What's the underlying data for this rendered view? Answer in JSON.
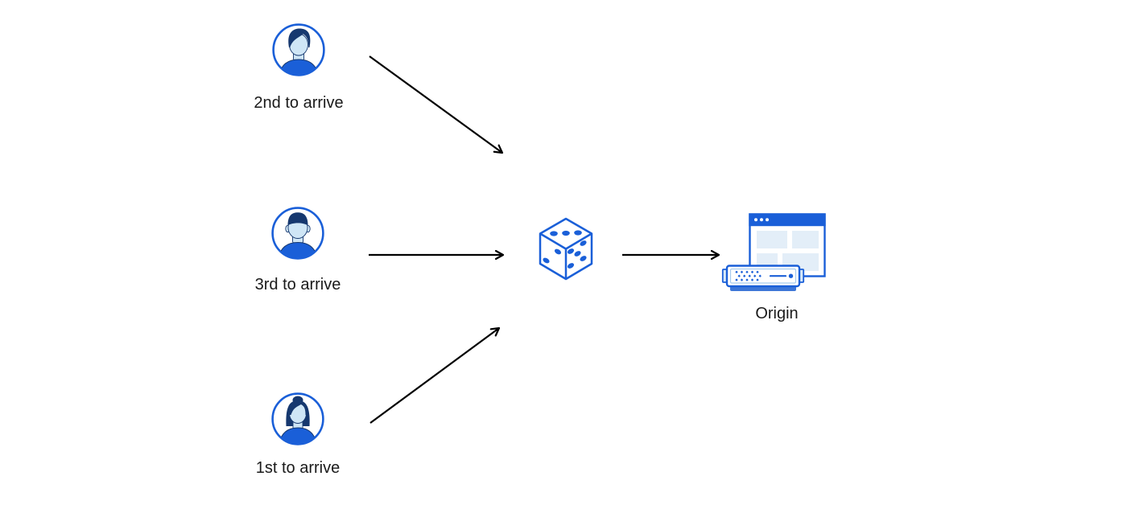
{
  "users": [
    {
      "position": "top",
      "label": "2nd to arrive",
      "icon": "avatar-male-swept-hair-icon"
    },
    {
      "position": "middle",
      "label": "3rd to arrive",
      "icon": "avatar-male-flat-hair-icon"
    },
    {
      "position": "bottom",
      "label": "1st to arrive",
      "icon": "avatar-female-bun-icon"
    }
  ],
  "router": {
    "icon": "dice-icon"
  },
  "origin": {
    "label": "Origin",
    "icon": "browser-window-server-icon"
  },
  "arrows": [
    {
      "from": "user-2nd-to-arrive",
      "to": "dice"
    },
    {
      "from": "user-3rd-to-arrive",
      "to": "dice"
    },
    {
      "from": "user-1st-to-arrive",
      "to": "dice"
    },
    {
      "from": "dice",
      "to": "origin"
    }
  ],
  "colors": {
    "brand_blue": "#1A5FD8",
    "navy": "#16386F",
    "face_blue": "#CFE6F6",
    "pale_blue": "#E3EEF8",
    "mid_blue": "#3D76D7",
    "tab_blue": "#D8EAF8",
    "inner_line_blue": "#A8CBEE",
    "arrow_black": "#000000",
    "text_black": "#1A1A1A",
    "background": "#FFFFFF"
  }
}
